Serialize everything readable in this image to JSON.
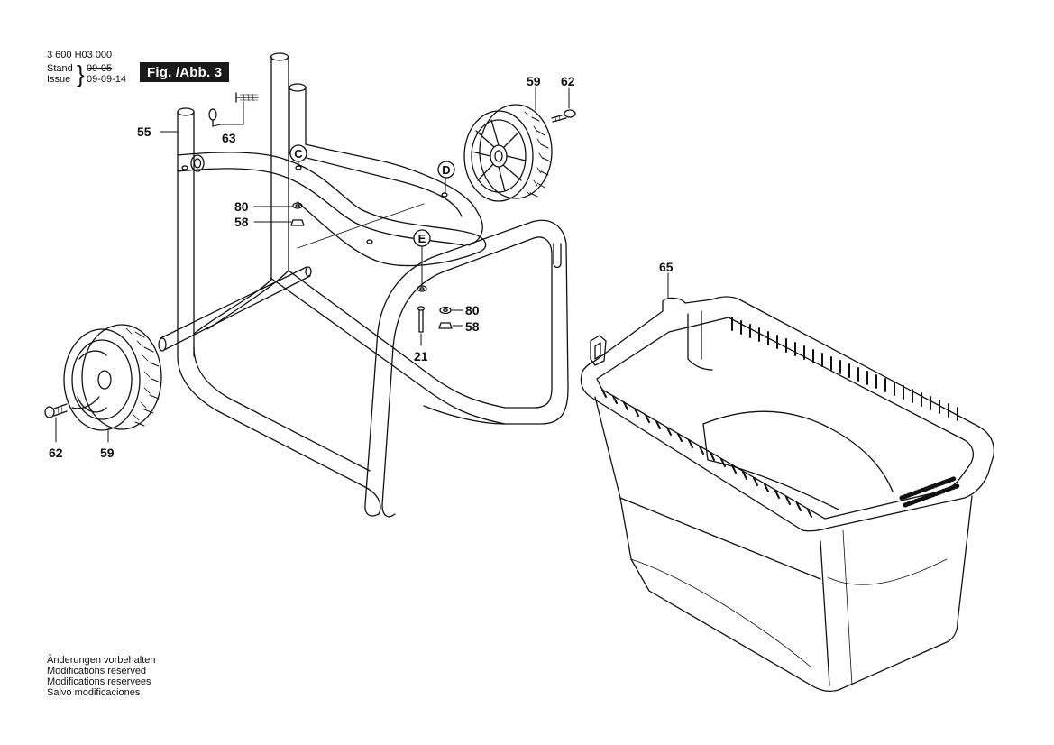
{
  "header": {
    "doc_number": "3 600 H03 000",
    "stand_label": "Stand",
    "issue_label": "Issue",
    "stand_date": "09-05",
    "issue_date": "09-09-14",
    "figure_label": "Fig. /Abb. 3"
  },
  "callouts": {
    "c55": "55",
    "c63": "63",
    "c80a": "80",
    "c58a": "58",
    "c59a": "59",
    "c62a": "62",
    "c65": "65",
    "c80b": "80",
    "c58b": "58",
    "c21": "21",
    "c62b": "62",
    "c59b": "59"
  },
  "markers": {
    "C": "C",
    "D": "D",
    "E": "E"
  },
  "footer": {
    "line1": "Änderungen vorbehalten",
    "line2": "Modifications reserved",
    "line3": "Modifications reservees",
    "line4": "Salvo modificaciones"
  }
}
